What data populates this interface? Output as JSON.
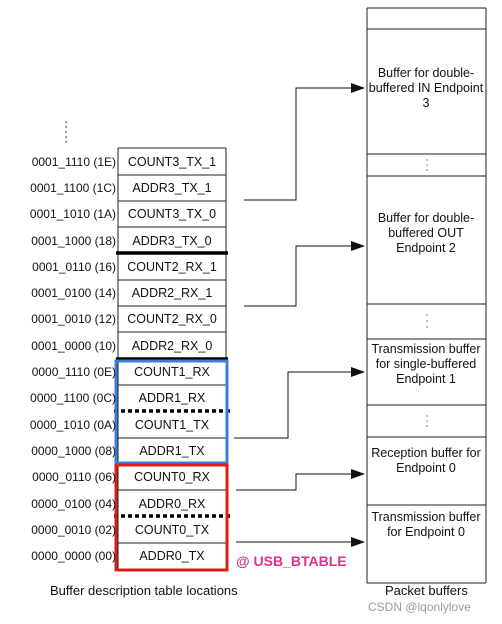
{
  "buffer_descriptors": [
    {
      "address": "0001_1110 (1E)",
      "label": "COUNT3_TX_1"
    },
    {
      "address": "0001_1100 (1C)",
      "label": "ADDR3_TX_1"
    },
    {
      "address": "0001_1010 (1A)",
      "label": "COUNT3_TX_0"
    },
    {
      "address": "0001_1000 (18)",
      "label": "ADDR3_TX_0"
    },
    {
      "address": "0001_0110 (16)",
      "label": "COUNT2_RX_1"
    },
    {
      "address": "0001_0100 (14)",
      "label": "ADDR2_RX_1"
    },
    {
      "address": "0001_0010 (12)",
      "label": "COUNT2_RX_0"
    },
    {
      "address": "0001_0000 (10)",
      "label": "ADDR2_RX_0"
    },
    {
      "address": "0000_1110 (0E)",
      "label": "COUNT1_RX"
    },
    {
      "address": "0000_1100 (0C)",
      "label": "ADDR1_RX"
    },
    {
      "address": "0000_1010 (0A)",
      "label": "COUNT1_TX"
    },
    {
      "address": "0000_1000 (08)",
      "label": "ADDR1_TX"
    },
    {
      "address": "0000_0110 (06)",
      "label": "COUNT0_RX"
    },
    {
      "address": "0000_0100 (04)",
      "label": "ADDR0_RX"
    },
    {
      "address": "0000_0010 (02)",
      "label": "COUNT0_TX"
    },
    {
      "address": "0000_0000 (00)",
      "label": "ADDR0_TX"
    }
  ],
  "packet_buffers": [
    {
      "text": "Buffer for double-buffered IN Endpoint 3"
    },
    {
      "text": "Buffer for double-buffered OUT Endpoint 2"
    },
    {
      "text": "Transmission buffer for single-buffered Endpoint 1"
    },
    {
      "text": "Reception buffer for Endpoint 0"
    },
    {
      "text": "Transmission buffer for Endpoint 0"
    }
  ],
  "labels": {
    "left_caption": "Buffer description table locations",
    "right_caption": "Packet buffers",
    "btable_marker": "@ USB_BTABLE",
    "watermark": "CSDN @lqonlylove"
  },
  "colors": {
    "endpoint1_highlight": "#3a7fd5",
    "endpoint0_highlight": "#dd1c1c",
    "btable_marker": "#e0308c"
  }
}
